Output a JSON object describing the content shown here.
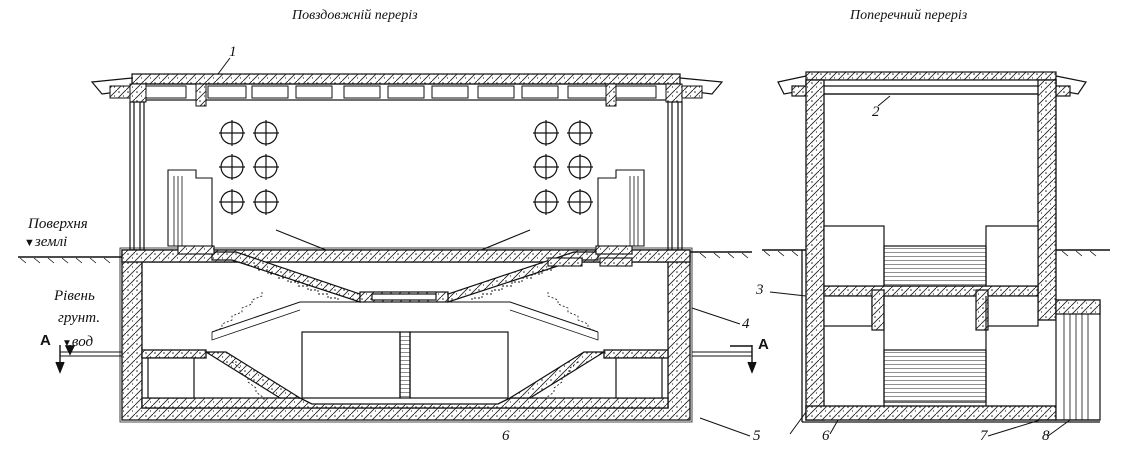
{
  "titles": {
    "longitudinal": "Повздовжній переріз",
    "transverse": "Поперечний переріз"
  },
  "labels": {
    "ground_surface_line1": "Поверхня",
    "ground_surface_line2": "землі",
    "groundwater_line1": "Рівень",
    "groundwater_line2": "грунт.",
    "groundwater_line3": "вод",
    "section_marker_left": "А",
    "section_marker_right": "А"
  },
  "callouts": [
    "1",
    "2",
    "3",
    "4",
    "5",
    "6",
    "6",
    "7",
    "8"
  ],
  "colors": {
    "line": "#111111",
    "hatch": "#333333",
    "water": "#444444",
    "background": "#ffffff"
  }
}
